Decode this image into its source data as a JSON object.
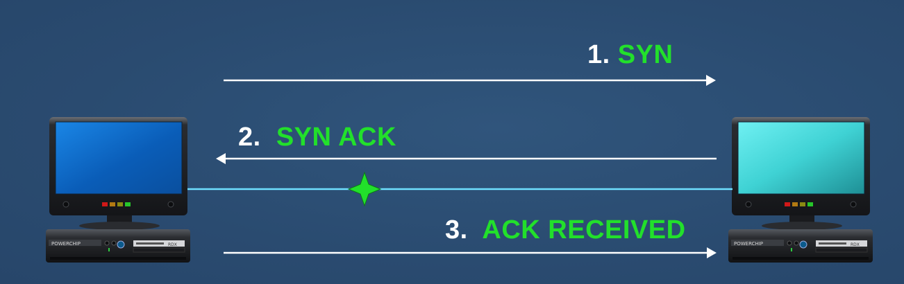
{
  "steps": [
    {
      "number": "1.",
      "text": "SYN",
      "direction": "left-to-right"
    },
    {
      "number": "2.",
      "text": "SYN ACK",
      "direction": "right-to-left"
    },
    {
      "number": "3.",
      "text": "ACK RECEIVED",
      "direction": "left-to-right"
    }
  ],
  "computers": [
    {
      "id": "client",
      "screen_color": "#0b6fd0",
      "brand": "POWERCHIP",
      "tag": "RDX"
    },
    {
      "id": "server",
      "screen_color": "#3fdcdc",
      "brand": "POWERCHIP",
      "tag": "RDX"
    }
  ],
  "connection": {
    "color": "#5ad6ff",
    "state": "broken",
    "break_marker": "star"
  },
  "colors": {
    "background": "#2b4d72",
    "step_number": "#ffffff",
    "step_text": "#22e02b",
    "arrow": "#ffffff",
    "break_marker": "#22e02b"
  }
}
